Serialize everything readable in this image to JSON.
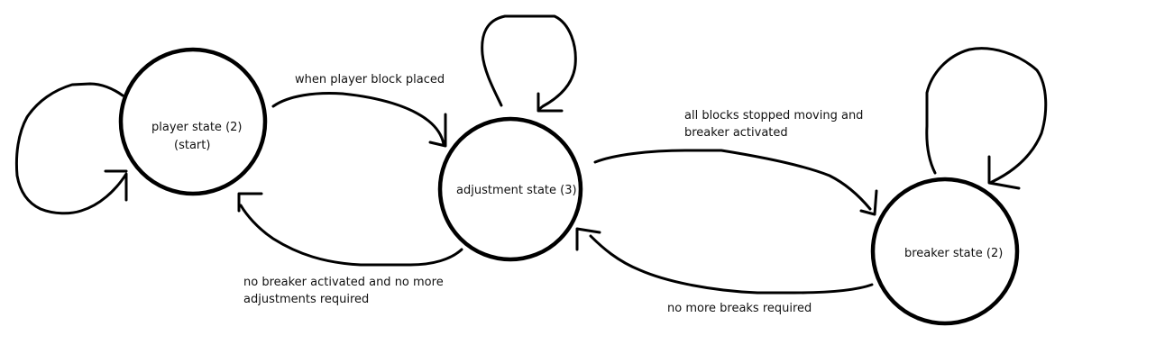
{
  "states": {
    "player": {
      "name": "player state (2)",
      "note": "(start)"
    },
    "adjustment": {
      "name": "adjustment state (3)"
    },
    "breaker": {
      "name": "breaker state (2)"
    }
  },
  "transitions": {
    "player_to_adjustment": "when player block placed",
    "adjustment_to_breaker": [
      "all blocks stopped moving and",
      "breaker activated"
    ],
    "adjustment_to_player": [
      "no breaker activated and no more",
      "adjustments required"
    ],
    "breaker_to_adjustment": "no more breaks required"
  },
  "colors": {
    "ink": "#000000",
    "background": "#ffffff"
  }
}
